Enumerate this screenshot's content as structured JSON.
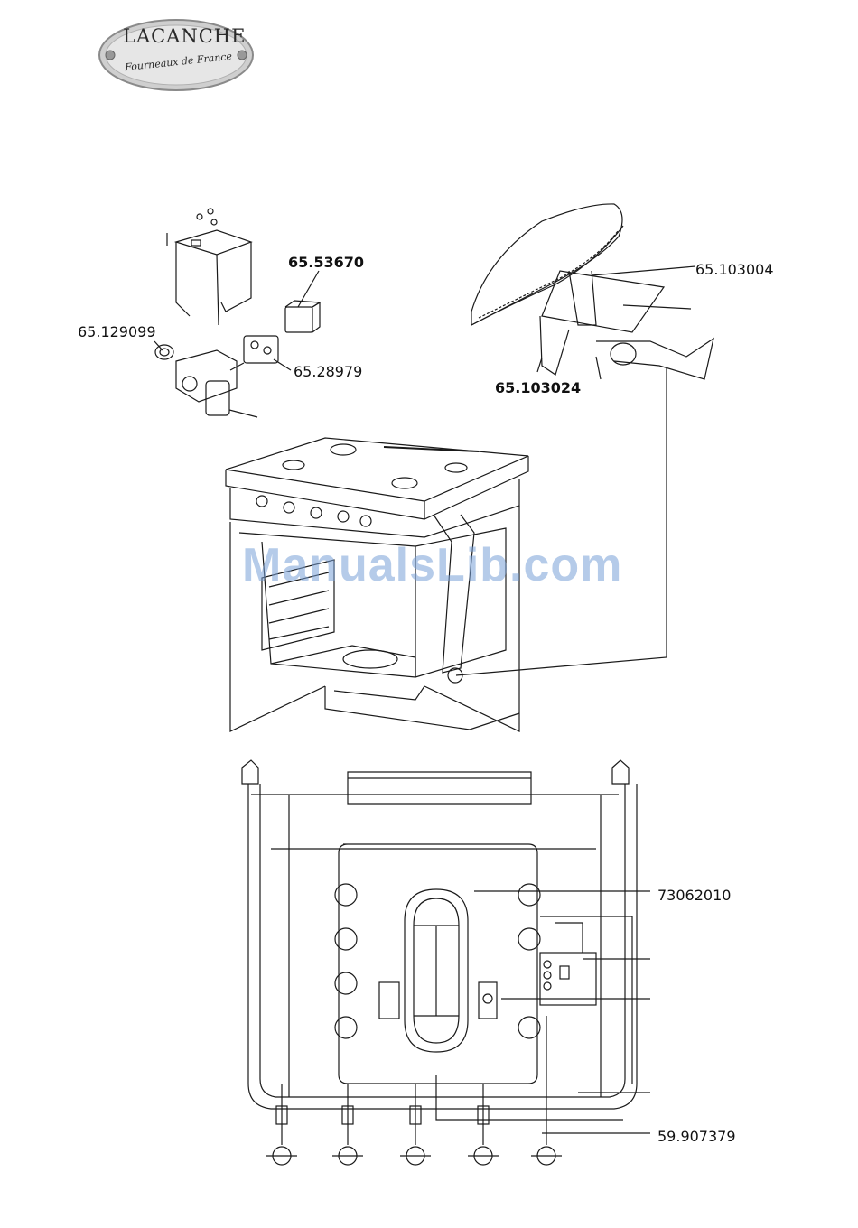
{
  "logo": {
    "title": "LACANCHE",
    "subtitle": "Fourneaux de France"
  },
  "watermark": "ManualsLib.com",
  "labels": {
    "part_65_53670": "65.53670",
    "part_65_129099": "65.129099",
    "part_65_28979": "65.28979",
    "part_65_103004": "65.103004",
    "part_65_103024": "65.103024",
    "part_73062010": "73062010",
    "part_59_907379": "59.907379"
  },
  "colors": {
    "line": "#1a1a1a",
    "watermark": "#7aa0d7",
    "logo_bg": "#d9d9d9"
  }
}
